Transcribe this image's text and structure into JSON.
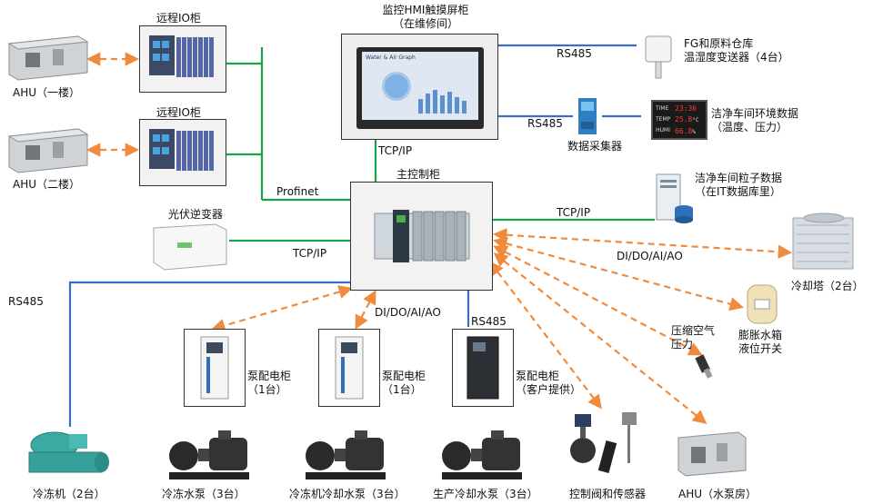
{
  "nodes": {
    "ahu1": "AHU（一楼）",
    "ahu2": "AHU（二楼）",
    "io1": "远程IO柜",
    "io2": "远程IO柜",
    "hmi": "监控HMI触摸屏柜\n（在维修间）",
    "hmi_screen_title": "Water & Air Graph",
    "temp_sensor": "FG和原料仓库\n温湿度变送器（4台）",
    "collector": "数据采集器",
    "cleanroom_env": "洁净车间环境数据\n（温度、压力）",
    "main_cabinet": "主控制柜",
    "cleanroom_particles": "洁净车间粒子数据\n（在IT数据库里）",
    "pv_inverter": "光伏逆变器",
    "cooling_tower": "冷却塔（2台）",
    "expansion_tank": "膨胀水箱\n液位开关",
    "compressed_air": "压缩空气\n压力",
    "pump_cab1": "泵配电柜\n（1台）",
    "pump_cab2": "泵配电柜\n（1台）",
    "pump_cab3": "泵配电柜\n（客户提供）",
    "chiller": "冷冻机（2台）",
    "chilled_pump": "冷冻水泵（3台）",
    "chiller_cooling_pump": "冷冻机冷却水泵（3台）",
    "production_pump": "生产冷却水泵（3台）",
    "valves_sensors": "控制阀和传感器",
    "ahu_pump_room": "AHU（水泵房）"
  },
  "display": {
    "time_label": "TIME",
    "temp_label": "TEMP",
    "humi_label": "HUMI",
    "time_value": "23:36",
    "temp_value": "25.8",
    "temp_unit": "°C",
    "humi_value": "66.8",
    "humi_unit": "%"
  },
  "edges": {
    "rs485_top": "RS485",
    "rs485_collector": "RS485",
    "tcpip_hmi": "TCP/IP",
    "profinet": "Profinet",
    "tcpip_it": "TCP/IP",
    "tcpip_pv": "TCP/IP",
    "rs485_chiller": "RS485",
    "dido_right": "DI/DO/AI/AO",
    "dido_mid": "DI/DO/AI/AO",
    "rs485_pump3": "RS485"
  },
  "colors": {
    "green_link": "#1aa34a",
    "blue_link": "#3a6fc4",
    "orange_link": "#f08a3c"
  }
}
